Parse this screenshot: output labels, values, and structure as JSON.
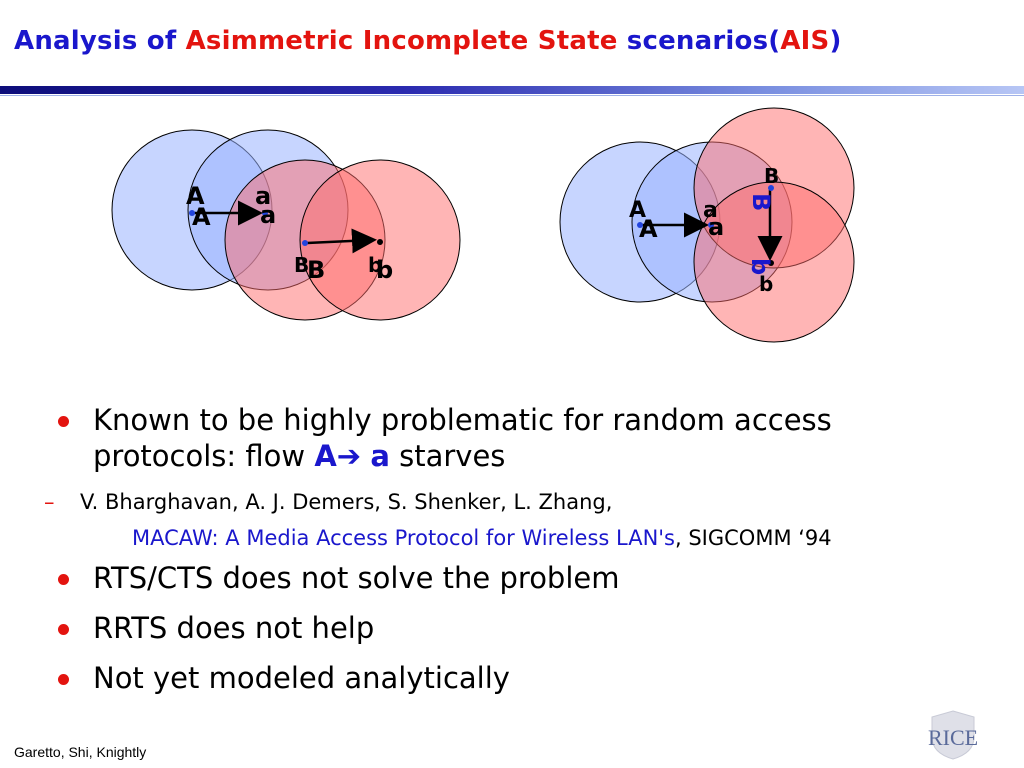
{
  "title": {
    "part1": "Analysis of",
    "part2": "Asimmetric Incomplete State",
    "part3": "scenarios",
    "part4": "(",
    "part5": "AIS",
    "part6": ")"
  },
  "diagram_left": {
    "label_A_small": "A",
    "label_A": "A",
    "label_a_small": "a",
    "label_a": "a",
    "label_B_small": "B",
    "label_B": "B",
    "label_b_small": "b",
    "label_b": "b"
  },
  "diagram_right": {
    "label_A_small": "A",
    "label_A": "A",
    "label_a_small": "a",
    "label_a": "a",
    "label_B_small": "B",
    "label_B_rot": "B",
    "label_b_small": "b",
    "label_b_rot": "b"
  },
  "bullets": {
    "b1_line1": "Known to be highly problematic for random access",
    "b1_line2_pre": "protocols: flow",
    "b1_A": "A",
    "b1_arrow": "➔",
    "b1_a": "a",
    "b1_post": "starves",
    "sub_dash": "–",
    "sub_line1": "V. Bharghavan, A. J. Demers, S. Shenker, L. Zhang,",
    "sub_link": "MACAW: A Media Access Protocol for Wireless LAN's",
    "sub_tail": ", SIGCOMM ‘94",
    "b2": "RTS/CTS does not solve the problem",
    "b3": "RRTS does not help",
    "b4": "Not yet modeled analytically"
  },
  "footer": "Garetto, Shi, Knightly",
  "logo": {
    "text": "RICE",
    "icon": "rice-crest-icon"
  },
  "colors": {
    "title_blue": "#1a17cc",
    "title_red": "#e3140f",
    "blue_circle_fill": "#99b3ff",
    "red_circle_fill": "#ff6b6b",
    "bullet_red": "#e3140f"
  }
}
